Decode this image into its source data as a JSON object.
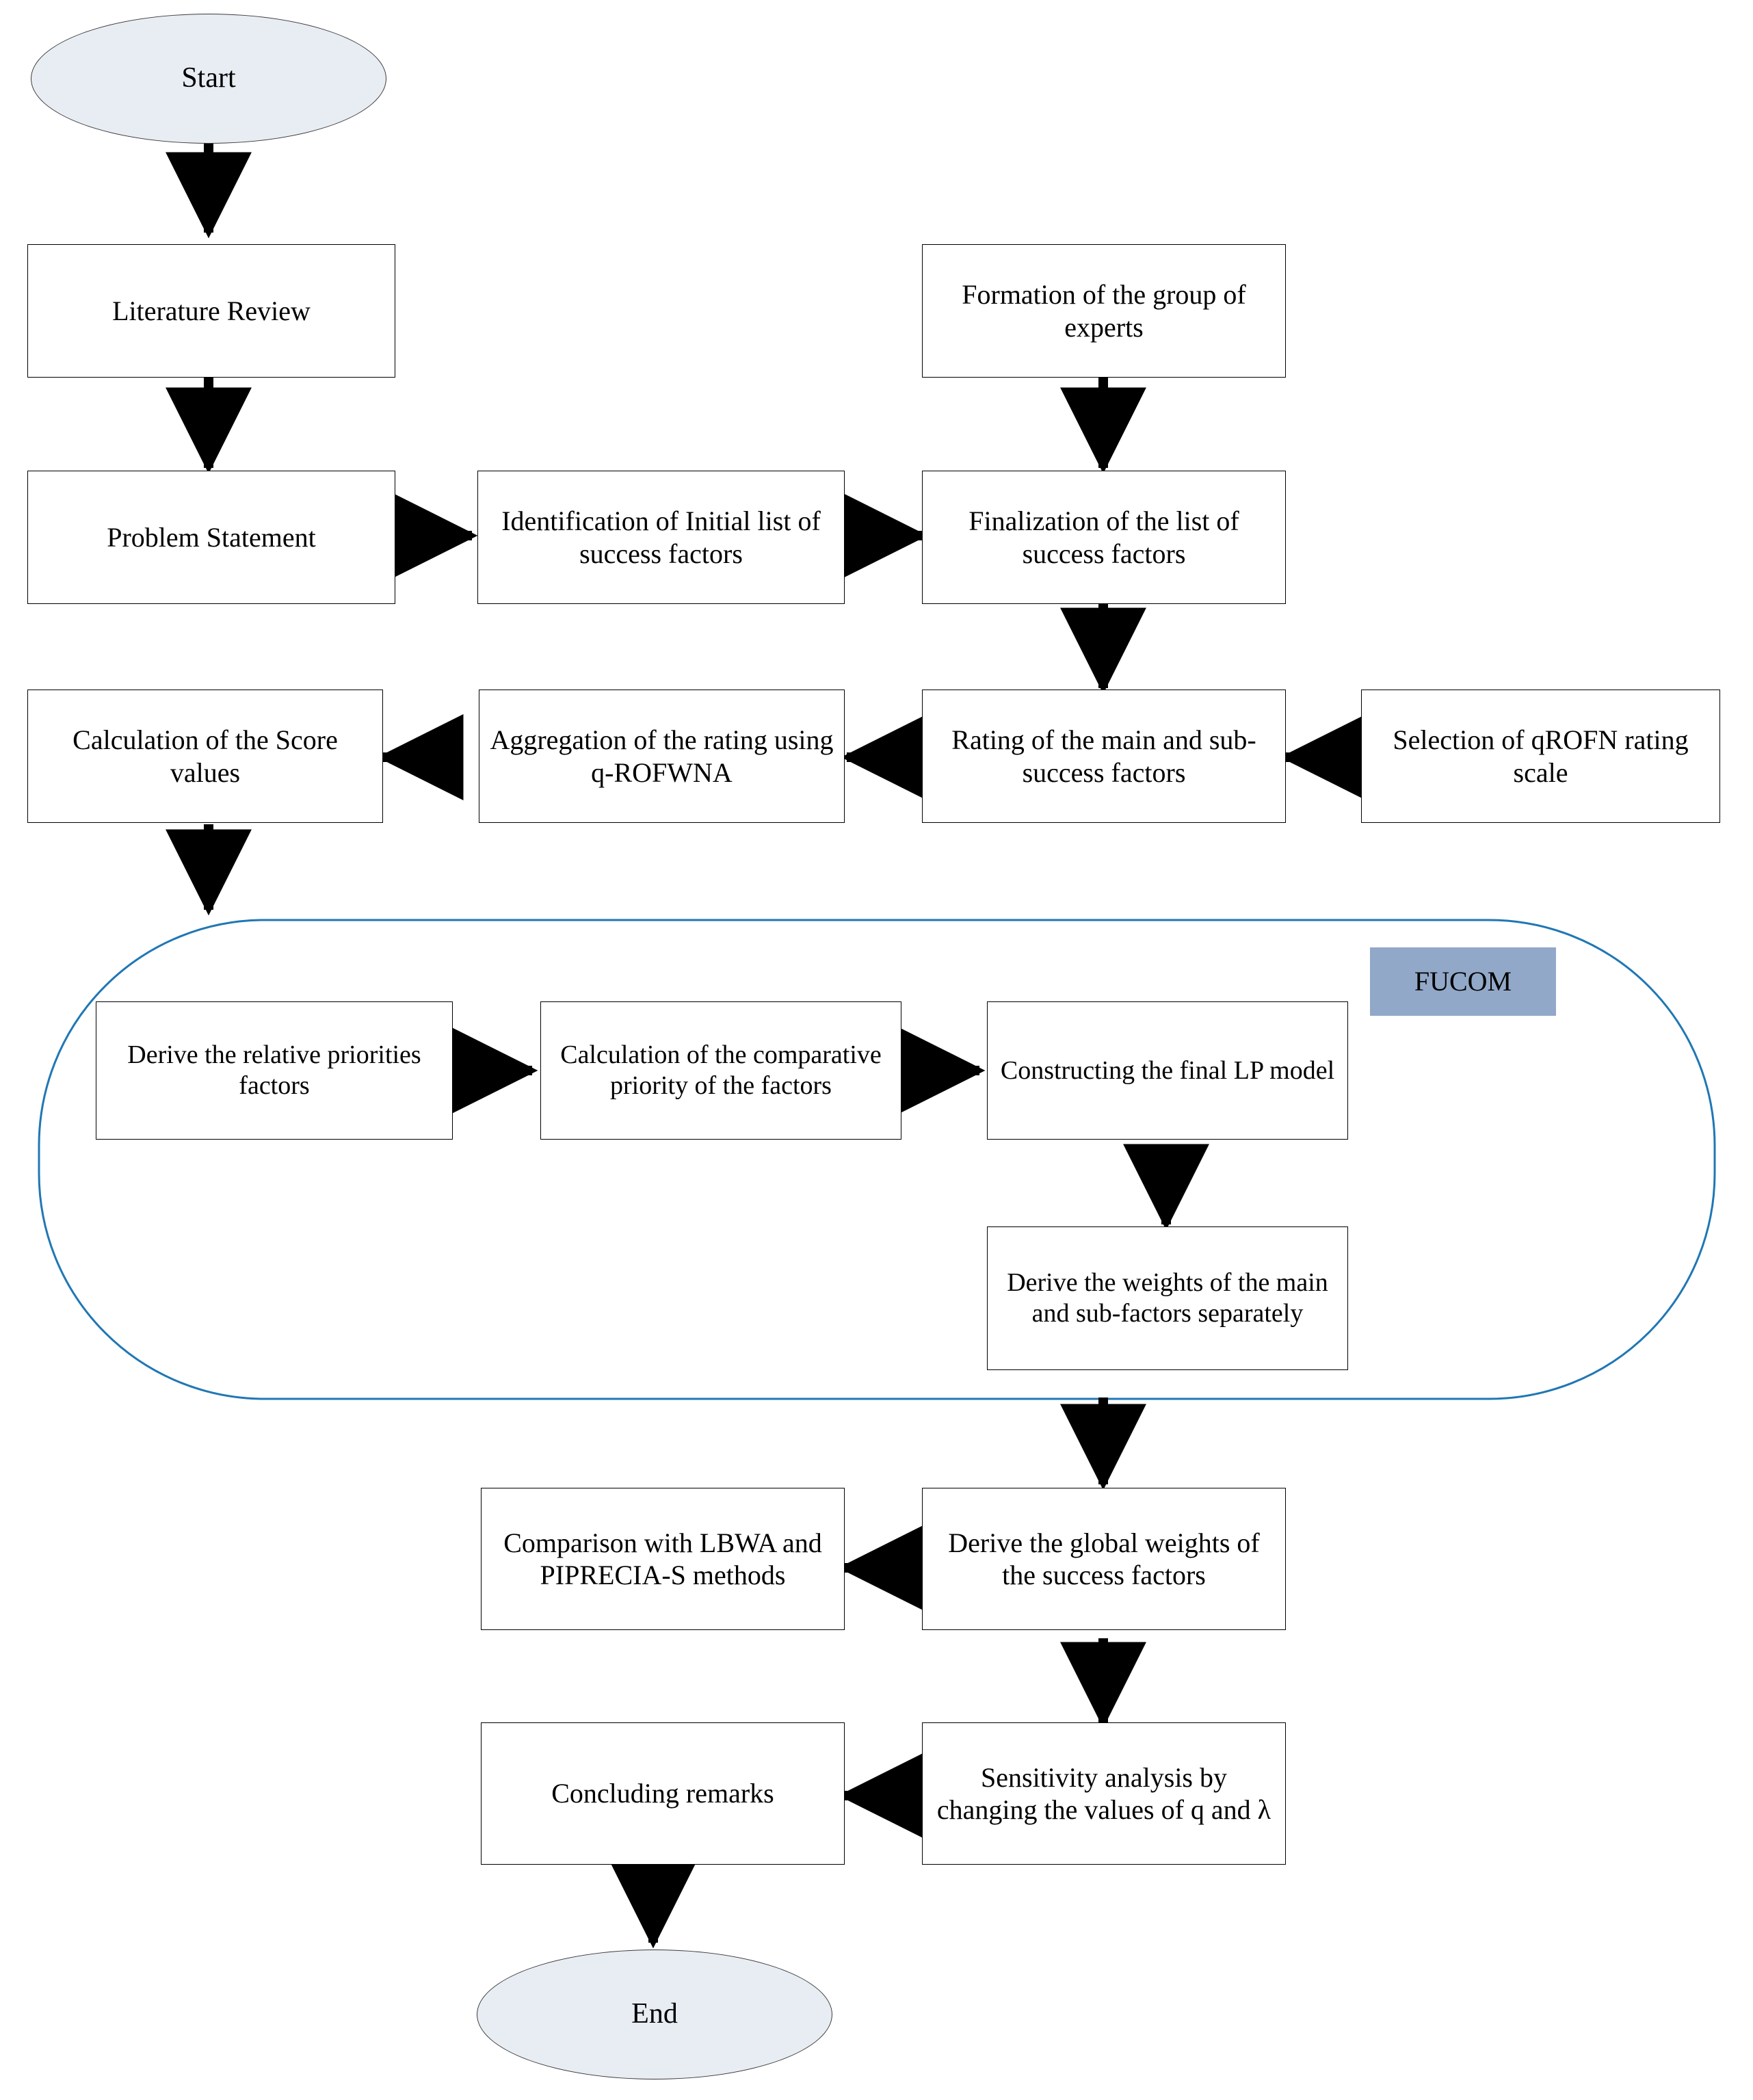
{
  "diagram": {
    "title": "Research methodology flowchart",
    "colors": {
      "terminator_fill": "#e8edf3",
      "process_fill": "#ffffff",
      "process_stroke": "#000000",
      "group_stroke": "#2077b4",
      "badge_fill": "#92a8c8",
      "arrow": "#000000",
      "background": "#ffffff"
    }
  },
  "nodes": {
    "start": "Start",
    "literature_review": "Literature Review",
    "problem_statement": "Problem Statement",
    "identification_initial_list": "Identification of Initial list of success factors",
    "formation_group_experts": "Formation of the group of experts",
    "finalization_list": "Finalization of the list of success factors",
    "selection_qrofn_scale": "Selection of qROFN rating scale",
    "rating_main_sub": "Rating of the main and sub-success factors",
    "aggregation_rating": "Aggregation of the rating using q-ROFWNA",
    "calculation_score_values": "Calculation of the Score values",
    "derive_relative_priorities": "Derive the relative priorities factors",
    "calculation_comparative_priority": "Calculation of the comparative priority of the factors",
    "constructing_lp_model": "Constructing the final LP model",
    "derive_weights_main_sub": "Derive the weights of the main and sub-factors separately",
    "derive_global_weights": "Derive the global weights of the success factors",
    "comparison_methods": "Comparison with LBWA and PIPRECIA-S methods",
    "sensitivity_analysis": "Sensitivity analysis by changing the values of q and λ",
    "concluding_remarks": "Concluding remarks",
    "end": "End"
  },
  "group": {
    "fucom_label": "FUCOM"
  },
  "flow_edges": [
    {
      "from": "start",
      "to": "literature_review",
      "direction": "down"
    },
    {
      "from": "literature_review",
      "to": "problem_statement",
      "direction": "down"
    },
    {
      "from": "problem_statement",
      "to": "identification_initial_list",
      "direction": "right"
    },
    {
      "from": "identification_initial_list",
      "to": "finalization_list",
      "direction": "right"
    },
    {
      "from": "formation_group_experts",
      "to": "finalization_list",
      "direction": "down"
    },
    {
      "from": "finalization_list",
      "to": "rating_main_sub",
      "direction": "down"
    },
    {
      "from": "selection_qrofn_scale",
      "to": "rating_main_sub",
      "direction": "left"
    },
    {
      "from": "rating_main_sub",
      "to": "aggregation_rating",
      "direction": "left"
    },
    {
      "from": "aggregation_rating",
      "to": "calculation_score_values",
      "direction": "left"
    },
    {
      "from": "calculation_score_values",
      "to": "fucom_group",
      "direction": "down"
    },
    {
      "from": "derive_relative_priorities",
      "to": "calculation_comparative_priority",
      "direction": "right"
    },
    {
      "from": "calculation_comparative_priority",
      "to": "constructing_lp_model",
      "direction": "right"
    },
    {
      "from": "constructing_lp_model",
      "to": "derive_weights_main_sub",
      "direction": "down"
    },
    {
      "from": "fucom_group",
      "to": "derive_global_weights",
      "direction": "down"
    },
    {
      "from": "derive_global_weights",
      "to": "comparison_methods",
      "direction": "left"
    },
    {
      "from": "derive_global_weights",
      "to": "sensitivity_analysis",
      "direction": "down"
    },
    {
      "from": "sensitivity_analysis",
      "to": "concluding_remarks",
      "direction": "left"
    },
    {
      "from": "concluding_remarks",
      "to": "end",
      "direction": "down"
    }
  ]
}
